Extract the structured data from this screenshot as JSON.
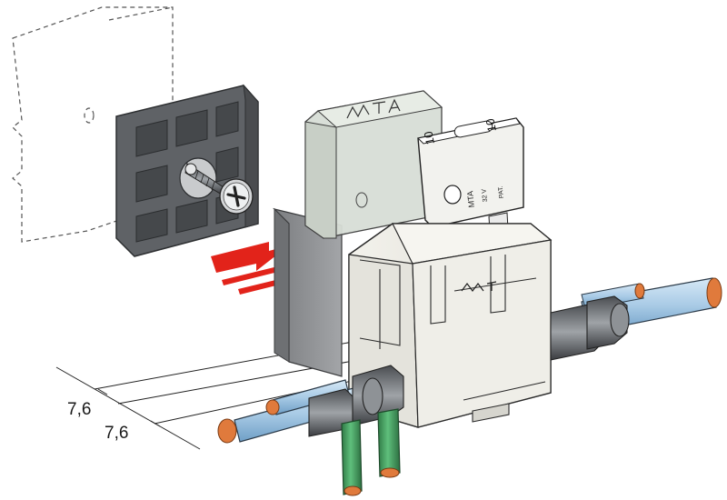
{
  "dimensions": {
    "pitch_a": "7,6",
    "pitch_b": "7,6"
  },
  "fuse_markings": {
    "brand": "MTA",
    "rating": "10",
    "voltage": "32 V",
    "patent": "PAT."
  },
  "colors": {
    "mount_plate": "#5f6266",
    "arrow": "#e2231a",
    "housing": "#ecebe4",
    "fuse_cover": "#d8ded6",
    "blue_wire": "#a9cbe6",
    "green_wire": "#3f9a5c",
    "copper": "#e07a3c",
    "dim_gray_body": "#8c8d8f"
  },
  "icons": {
    "screw": "phillips-screw-icon",
    "arrow": "insert-direction-arrow-icon"
  }
}
